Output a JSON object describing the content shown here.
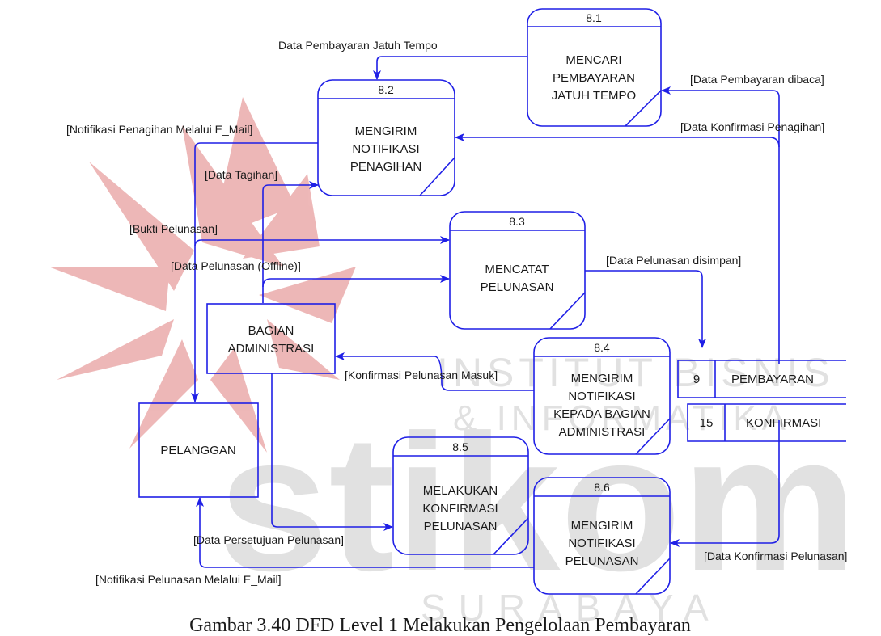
{
  "colors": {
    "line": "#1f1fe6",
    "text": "#1a1a1a",
    "watermark_red": "#e8a0a0",
    "watermark_grey": "#dcdcdc"
  },
  "watermark": {
    "title": "stikom",
    "line1": "INSTITUT BISNIS",
    "line2": "& INFORMATIKA",
    "city": "SURABAYA"
  },
  "processes": [
    {
      "id": "8.1",
      "lines": [
        "MENCARI",
        "PEMBAYARAN",
        "JATUH TEMPO"
      ]
    },
    {
      "id": "8.2",
      "lines": [
        "MENGIRIM",
        "NOTIFIKASI",
        "PENAGIHAN"
      ]
    },
    {
      "id": "8.3",
      "lines": [
        "MENCATAT",
        "PELUNASAN"
      ]
    },
    {
      "id": "8.4",
      "lines": [
        "MENGIRIM",
        "NOTIFIKASI",
        "KEPADA BAGIAN",
        "ADMINISTRASI"
      ]
    },
    {
      "id": "8.5",
      "lines": [
        "MELAKUKAN",
        "KONFIRMASI",
        "PELUNASAN"
      ]
    },
    {
      "id": "8.6",
      "lines": [
        "MENGIRIM",
        "NOTIFIKASI",
        "PELUNASAN"
      ]
    }
  ],
  "entities": [
    {
      "lines": [
        "BAGIAN",
        "ADMINISTRASI"
      ]
    },
    {
      "lines": [
        "PELANGGAN"
      ]
    }
  ],
  "stores": [
    {
      "id": "9",
      "name": "PEMBAYARAN"
    },
    {
      "id": "15",
      "name": "KONFIRMASI"
    }
  ],
  "flows": [
    "Data Pembayaran Jatuh Tempo",
    "[Data Pembayaran dibaca]",
    "[Data Konfirmasi Penagihan]",
    "[Notifikasi Penagihan Melalui E_Mail]",
    "[Data Tagihan]",
    "[Bukti Pelunasan]",
    "[Data Pelunasan (Offline)]",
    "[Data Pelunasan disimpan]",
    "[Konfirmasi Pelunasan Masuk]",
    "[Data Persetujuan Pelunasan]",
    "[Data Konfirmasi Pelunasan]",
    "[Notifikasi Pelunasan Melalui E_Mail]"
  ],
  "caption": "Gambar 3.40 DFD Level 1 Melakukan Pengelolaan Pembayaran"
}
